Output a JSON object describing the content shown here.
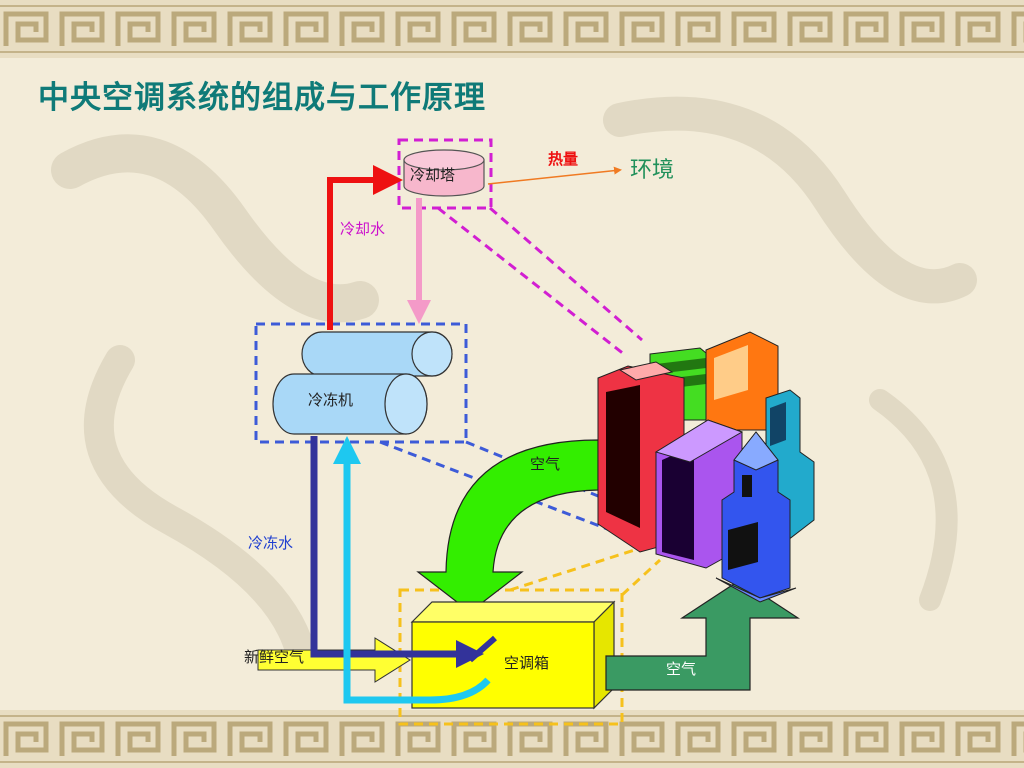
{
  "title": "中央空调系统的组成与工作原理",
  "nodes": {
    "cooling_tower": "冷却塔",
    "chiller": "冷冻机",
    "ahu": "空调箱",
    "environment": "环境"
  },
  "flows": {
    "heat": "热量",
    "cooling_water": "冷却水",
    "chilled_water": "冷冻水",
    "fresh_air": "新鲜空气",
    "air_to_ahu": "空气",
    "air_to_buildings": "空气"
  },
  "colors": {
    "title": "#0f7a78",
    "cooling_water_supply": "#ee1111",
    "cooling_water_return": "#f49ac8",
    "chilled_water_supply": "#33339a",
    "chilled_water_return": "#1ec8f0",
    "cooling_tower_fill": "#f7b7cc",
    "cooling_tower_box": "#d21ed2",
    "chiller_fill": "#a9d8f7",
    "chiller_box": "#3d5bd8",
    "ahu_fill": "#ffff00",
    "ahu_box": "#f6c11c",
    "return_air_arrow": "#33ee00",
    "supply_air_arrow": "#3a9a63",
    "fresh_air_arrow": "#ffff33",
    "heat_arrow": "#f07a22",
    "heat_label": "#ee1111",
    "environment_label": "#20905a",
    "cooling_water_label": "#cc11cc",
    "chilled_water_label": "#1f3fd0"
  },
  "icons": [
    "buildings-illustration",
    "border-pattern"
  ]
}
